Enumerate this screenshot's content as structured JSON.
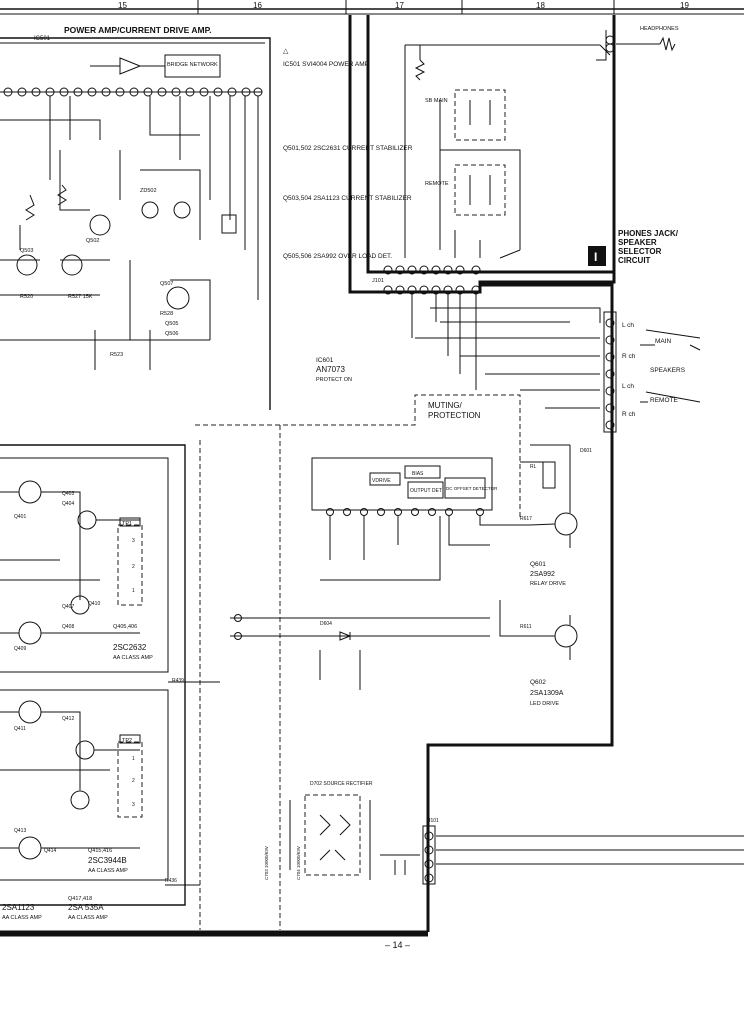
{
  "page": {
    "page_number": "– 14 –",
    "grid_columns": [
      "15",
      "16",
      "17",
      "18",
      "19"
    ]
  },
  "power_amp": {
    "heading": "POWER AMP/CURRENT DRIVE AMP.",
    "ic_ref": "IC501",
    "bridge_label": "BRIDGE NETWORK",
    "ic_note": "IC501 SVI4004 POWER AMP.",
    "q501_note": "Q501,502 2SC2631 CURRENT STABILIZER",
    "q503_note": "Q503,504 2SA1123 CURRENT STABILIZER",
    "q505_note": "Q505,506 2SA992 OVER LOAD DET.",
    "parts": [
      "R527 15K",
      "R520",
      "Q507",
      "R528",
      "Q505",
      "Q503",
      "Q502",
      "ZD502",
      "R523",
      "Q506"
    ]
  },
  "phones_selector": {
    "title_lines": [
      "PHONES JACK/",
      "SPEAKER",
      "SELECTOR",
      "CIRCUIT"
    ],
    "badge": "I",
    "labels": [
      "HEADPHONES",
      "SB MAIN",
      "REMOTE",
      "J101"
    ]
  },
  "speakers": {
    "terminals": [
      "L ch",
      "R ch",
      "L ch",
      "R ch"
    ],
    "labels": [
      "MAIN",
      "SPEAKERS",
      "REMOTE"
    ]
  },
  "protection": {
    "ic_ref": "IC601",
    "ic_name": "AN7073",
    "ic_role": "PROTECT ON",
    "section_label": [
      "MUTING/",
      "PROTECTION"
    ],
    "ic_blocks": [
      "VDRIVE",
      "BIAS",
      "OUTPUT DET",
      "DC OFFSET DETECTOR"
    ],
    "q601": [
      "Q601",
      "2SA992",
      "RELAY DRIVE"
    ],
    "q602": [
      "Q602",
      "2SA1309A",
      "LED DRIVE"
    ],
    "parts": [
      "R611",
      "R617",
      "D604",
      "D601",
      "RL"
    ]
  },
  "left_amp": {
    "tp_labels": [
      "TP1",
      "TP2"
    ],
    "q405_note": [
      "Q405,406",
      "2SC2632",
      "AA CLASS AMP"
    ],
    "q415_note": [
      "Q415,416",
      "2SC3944B",
      "AA CLASS AMP"
    ],
    "q417_note": [
      "Q417,418",
      "2SA 535A",
      "AA CLASS AMP"
    ],
    "q413_note": [
      "2SA1123",
      "AA CLASS AMP"
    ],
    "refs": [
      "Q413",
      "Q414",
      "Q411",
      "Q412",
      "Q410",
      "Q409",
      "Q408",
      "Q407",
      "Q401",
      "Q403",
      "Q404",
      "R439",
      "R436"
    ],
    "tp_pins": [
      "3",
      "2",
      "1",
      "1",
      "2",
      "3"
    ]
  },
  "power_section": {
    "rectifier_label": "D702 SOURCE RECTIFIER",
    "connector": "J101",
    "caps": [
      "C703 10000/63V",
      "C704 10000/63V"
    ]
  }
}
